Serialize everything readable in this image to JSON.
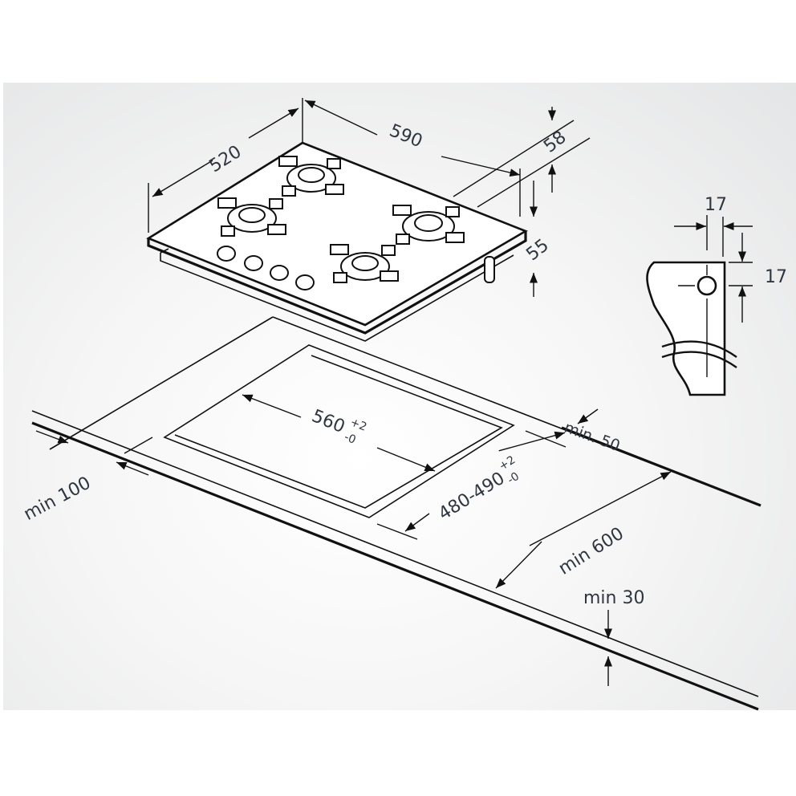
{
  "diagram": {
    "dimensions": {
      "width": "590",
      "depth": "520",
      "height_front": "58",
      "height_total": "55",
      "detail_width": "17",
      "detail_height": "17",
      "cutout_width": "560",
      "cutout_width_tol_plus": "+2",
      "cutout_width_tol_minus": "-0",
      "cutout_depth": "480-490",
      "cutout_depth_tol_plus": "+2",
      "cutout_depth_tol_minus": "-0",
      "min_back": "min. 50",
      "min_side": "min 100",
      "min_front_wall": "min 600",
      "min_thickness": "min 30"
    },
    "colors": {
      "line": "#111111",
      "text": "#2e3640",
      "background": "#e4e5e6"
    }
  }
}
